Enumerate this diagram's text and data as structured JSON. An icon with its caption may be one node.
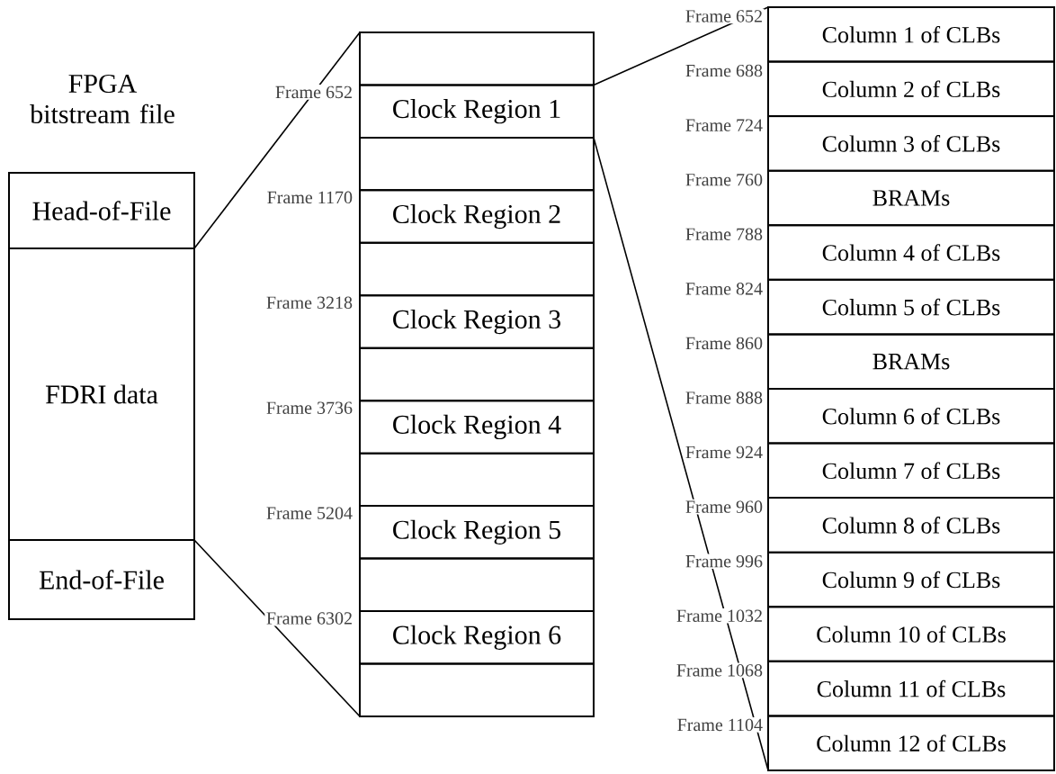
{
  "diagram": {
    "title": "FPGA bitstream file",
    "nodes": [
      {
        "text": [
          "Head-of-File"
        ]
      },
      {
        "text": [
          "FDRI data"
        ]
      },
      {
        "text": [
          "End-of-File"
        ]
      },
      {
        "text": [],
        "shape": "box"
      },
      {
        "text": [],
        "shape": "box",
        "in": 3
      },
      {
        "text": [
          "Clock Region 1"
        ],
        "in": 3
      },
      {
        "text": [],
        "shape": "box",
        "in": 3
      },
      {
        "text": [
          "Clock Region 2"
        ],
        "in": 3
      },
      {
        "text": [],
        "shape": "box",
        "in": 3
      },
      {
        "text": [
          "Clock Region 3"
        ],
        "in": 3
      },
      {
        "text": [],
        "shape": "box",
        "in": 3
      },
      {
        "text": [
          "Clock Region 4"
        ],
        "in": 3
      },
      {
        "text": [],
        "shape": "box",
        "in": 3
      },
      {
        "text": [
          "Clock Region 5"
        ],
        "in": 3
      },
      {
        "text": [],
        "shape": "box",
        "in": 3
      },
      {
        "text": [
          "Clock Region 6"
        ],
        "in": 3
      },
      {
        "text": [],
        "shape": "box",
        "in": 3
      },
      {
        "text": [],
        "shape": "box"
      },
      {
        "text": [
          "Column 1 of CLBs"
        ],
        "in": 17
      },
      {
        "text": [
          "Column 2 of CLBs"
        ],
        "in": 17
      },
      {
        "text": [
          "Column 3 of CLBs"
        ],
        "in": 17
      },
      {
        "text": [
          "BRAMs"
        ],
        "in": 17
      },
      {
        "text": [
          "Column 4 of CLBs"
        ],
        "in": 17
      },
      {
        "text": [
          "Column 5 of CLBs"
        ],
        "in": 17
      },
      {
        "text": [
          "BRAMs"
        ],
        "in": 17
      },
      {
        "text": [
          "Column 6 of CLBs"
        ],
        "in": 17
      },
      {
        "text": [
          "Column 7 of CLBs"
        ],
        "in": 17
      },
      {
        "text": [
          "Column 8 of CLBs"
        ],
        "in": 17
      },
      {
        "text": [
          "Column 9 of CLBs"
        ],
        "in": 17
      },
      {
        "text": [
          "Column 10 of CLBs"
        ],
        "in": 17
      },
      {
        "text": [
          "Column 11 of CLBs"
        ],
        "in": 17
      },
      {
        "text": [
          "Column 12 of CLBs"
        ],
        "in": 17
      }
    ],
    "edges": [
      {
        "from": 1,
        "to": 3,
        "arrow": "none"
      },
      {
        "from": 1,
        "to": 3,
        "arrow": "none"
      },
      {
        "from": 5,
        "to": 17,
        "arrow": "none"
      },
      {
        "from": 5,
        "to": 17,
        "arrow": "none"
      }
    ],
    "labels": [
      "Frame 652",
      "Frame 1170",
      "Frame 3218",
      "Frame 3736",
      "Frame 5204",
      "Frame 6302",
      "Frame 652",
      "Frame 688",
      "Frame 724",
      "Frame 760",
      "Frame 788",
      "Frame 824",
      "Frame 860",
      "Frame 888",
      "Frame 924",
      "Frame 960",
      "Frame 996",
      "Frame 1032",
      "Frame 1068",
      "Frame 1104"
    ]
  }
}
